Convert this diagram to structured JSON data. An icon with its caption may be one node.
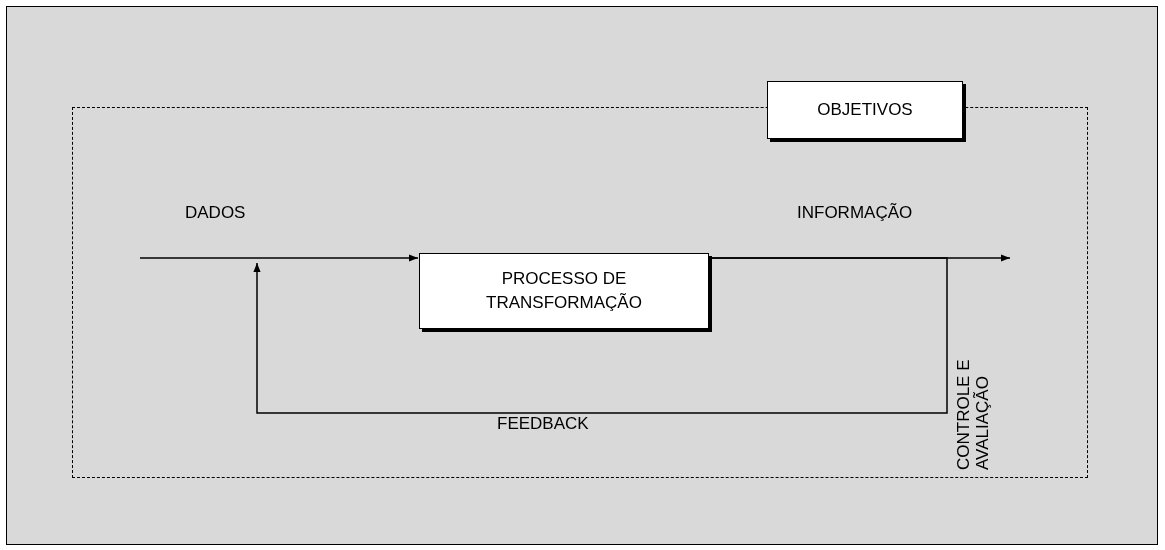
{
  "diagram": {
    "nodes": [
      {
        "text": [],
        "shape": "box"
      },
      {
        "text": [
          "OBJETIVOS"
        ]
      },
      {
        "text": [
          "PROCESSO DE TRANSFORMAÇÃO"
        ],
        "in": 0
      }
    ],
    "edges": [
      {
        "from": null,
        "to": 2,
        "arrow": "to",
        "label": "DADOS"
      },
      {
        "from": 2,
        "to": null,
        "arrow": "to",
        "label": "INFORMAÇÃO"
      },
      {
        "from": 2,
        "to": null,
        "arrow": "to",
        "label": "FEEDBACK"
      }
    ],
    "labels": [
      "CONTROLE E AVALIAÇÃO"
    ]
  }
}
